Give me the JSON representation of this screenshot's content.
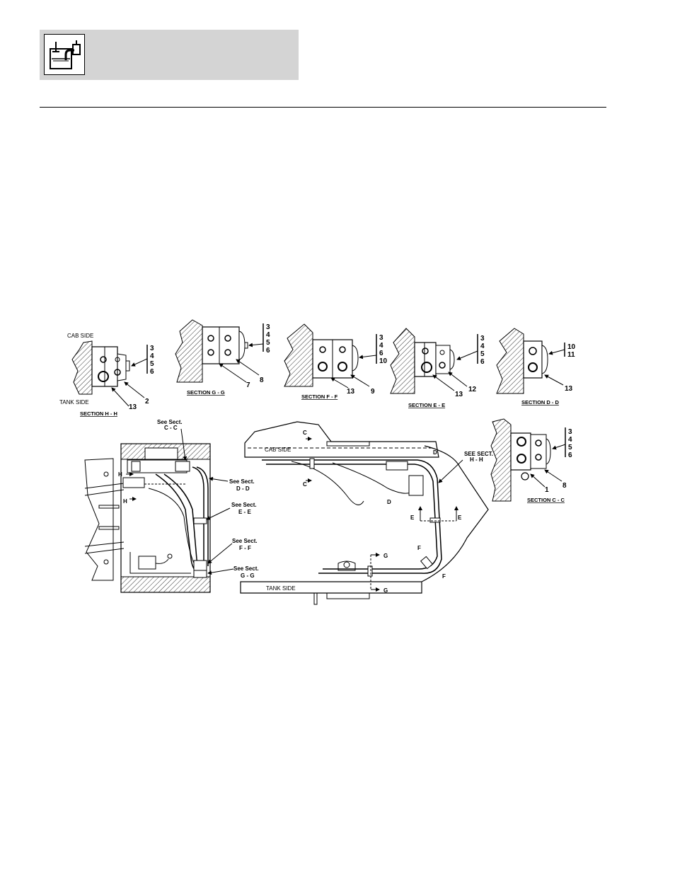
{
  "header": {
    "icon": "hydraulic-tank-icon",
    "colors": {
      "band": "#d4d4d4",
      "ink": "#000000"
    }
  },
  "figure": {
    "labels": {
      "cab_side_1": "CAB SIDE",
      "tank_side_1": "TANK SIDE",
      "cab_side_2": "CAB SIDE",
      "tank_side_2": "TANK SIDE",
      "see_sect_cc_1": "See Sect.",
      "see_sect_cc_2": "C - C",
      "see_sect_dd_1": "See Sect.",
      "see_sect_dd_2": "D - D",
      "see_sect_ee_1": "See Sect.",
      "see_sect_ee_2": "E - E",
      "see_sect_ff_1": "See Sect.",
      "see_sect_ff_2": "F - F",
      "see_sect_gg_1": "See Sect.",
      "see_sect_gg_2": "G - G",
      "see_sect_hh_1": "SEE SECT.",
      "see_sect_hh_2": "H - H"
    },
    "sections": [
      {
        "id": "hh",
        "title": "SECTION H - H",
        "stack": [
          "3",
          "4",
          "5",
          "6"
        ],
        "callouts": [
          "13",
          "2"
        ]
      },
      {
        "id": "gg",
        "title": "SECTION G - G",
        "stack": [
          "3",
          "4",
          "5",
          "6"
        ],
        "callouts": [
          "7",
          "8"
        ]
      },
      {
        "id": "ff",
        "title": "SECTION F - F",
        "stack": [
          "3",
          "4",
          "6",
          "10"
        ],
        "callouts": [
          "13",
          "9"
        ]
      },
      {
        "id": "ee",
        "title": "SECTION E - E",
        "stack": [
          "3",
          "4",
          "5",
          "6"
        ],
        "callouts": [
          "13",
          "12"
        ]
      },
      {
        "id": "dd",
        "title": "SECTION D - D",
        "stack": [
          "10",
          "11"
        ],
        "callouts": [
          "13"
        ]
      },
      {
        "id": "cc",
        "title": "SECTION C - C",
        "stack": [
          "3",
          "4",
          "5",
          "6"
        ],
        "callouts": [
          "1",
          "8"
        ]
      }
    ],
    "cut_letters": {
      "h1": "H",
      "h2": "H",
      "c1": "C",
      "c2": "C",
      "d1": "D",
      "d2": "D",
      "e1": "E",
      "e2": "E",
      "f1": "F",
      "f2": "F",
      "g1": "G",
      "g2": "G"
    }
  }
}
